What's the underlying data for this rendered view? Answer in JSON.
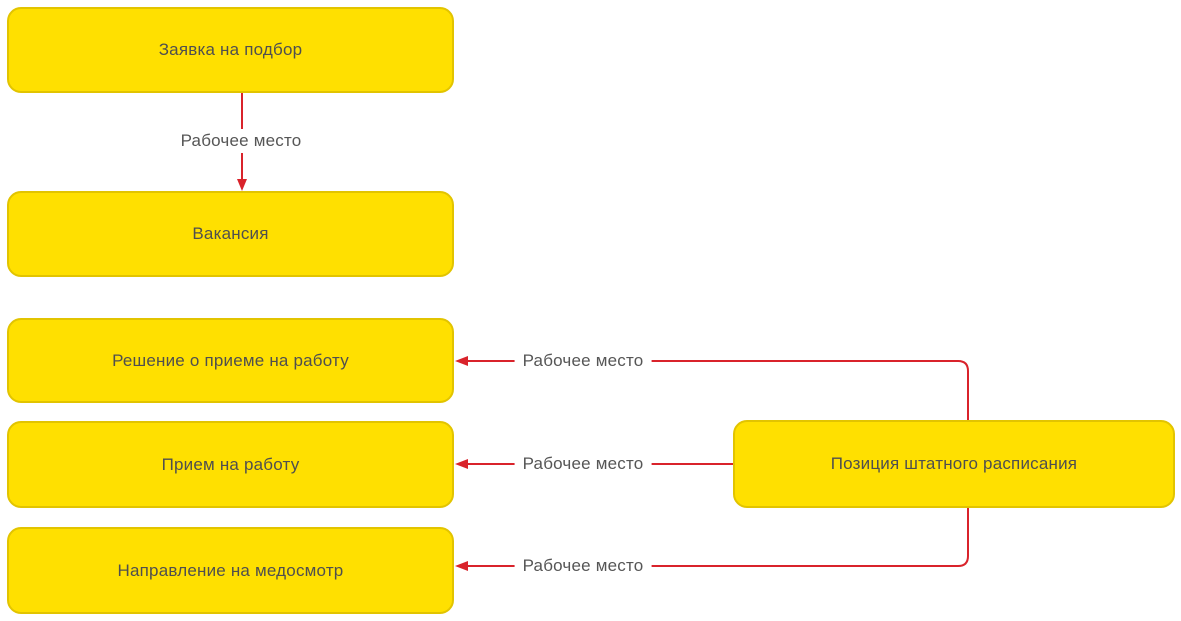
{
  "diagram": {
    "colors": {
      "node_fill": "#FFE000",
      "node_border": "#E2C400",
      "arrow": "#D9232B",
      "text_color": "#4F4F4F",
      "label_color": "#565656",
      "canvas_bg": "#FFFFFF"
    },
    "nodes": [
      {
        "id": "zayavka",
        "label": "Заявка на подбор"
      },
      {
        "id": "vakansiya",
        "label": "Вакансия"
      },
      {
        "id": "reshenie",
        "label": "Решение о приеме на работу"
      },
      {
        "id": "priem",
        "label": "Прием на работу"
      },
      {
        "id": "napravlenie",
        "label": "Направление на медосмотр"
      },
      {
        "id": "pozitsiya",
        "label": "Позиция штатного расписания"
      }
    ],
    "edges": [
      {
        "from": "Заявка на подбор",
        "to": "Вакансия",
        "label": "Рабочее место"
      },
      {
        "from": "Позиция штатного расписания",
        "to": "Решение о приеме на работу",
        "label": "Рабочее место"
      },
      {
        "from": "Позиция штатного расписания",
        "to": "Прием на работу",
        "label": "Рабочее место"
      },
      {
        "from": "Позиция штатного расписания",
        "to": "Направление на медосмотр",
        "label": "Рабочее место"
      }
    ]
  }
}
